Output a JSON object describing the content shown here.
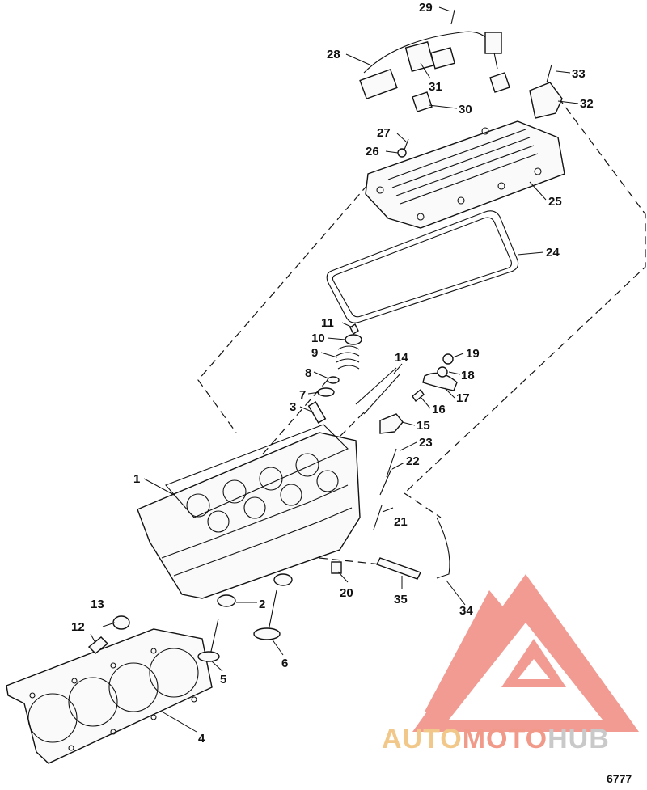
{
  "figure": {
    "id": "6777"
  },
  "watermark": {
    "part1": "AUTO",
    "part2": "MOTO",
    "part3": "HUB",
    "color_auto": "#f2c88a",
    "color_moto": "#f29a8a",
    "color_hub": "#c9c9c9",
    "logo_color": "#f08a80"
  },
  "callouts": [
    {
      "id": "c1",
      "label": "1"
    },
    {
      "id": "c2",
      "label": "2"
    },
    {
      "id": "c3",
      "label": "3"
    },
    {
      "id": "c4",
      "label": "4"
    },
    {
      "id": "c5",
      "label": "5"
    },
    {
      "id": "c6",
      "label": "6"
    },
    {
      "id": "c7",
      "label": "7"
    },
    {
      "id": "c8",
      "label": "8"
    },
    {
      "id": "c9",
      "label": "9"
    },
    {
      "id": "c10",
      "label": "10"
    },
    {
      "id": "c11",
      "label": "11"
    },
    {
      "id": "c12",
      "label": "12"
    },
    {
      "id": "c13",
      "label": "13"
    },
    {
      "id": "c14",
      "label": "14"
    },
    {
      "id": "c15",
      "label": "15"
    },
    {
      "id": "c16",
      "label": "16"
    },
    {
      "id": "c17",
      "label": "17"
    },
    {
      "id": "c18",
      "label": "18"
    },
    {
      "id": "c19",
      "label": "19"
    },
    {
      "id": "c20",
      "label": "20"
    },
    {
      "id": "c21",
      "label": "21"
    },
    {
      "id": "c22",
      "label": "22"
    },
    {
      "id": "c23",
      "label": "23"
    },
    {
      "id": "c24",
      "label": "24"
    },
    {
      "id": "c25",
      "label": "25"
    },
    {
      "id": "c26",
      "label": "26"
    },
    {
      "id": "c27",
      "label": "27"
    },
    {
      "id": "c28",
      "label": "28"
    },
    {
      "id": "c29",
      "label": "29"
    },
    {
      "id": "c30",
      "label": "30"
    },
    {
      "id": "c31",
      "label": "31"
    },
    {
      "id": "c32",
      "label": "32"
    },
    {
      "id": "c33",
      "label": "33"
    },
    {
      "id": "c34",
      "label": "34"
    },
    {
      "id": "c35",
      "label": "35"
    }
  ]
}
